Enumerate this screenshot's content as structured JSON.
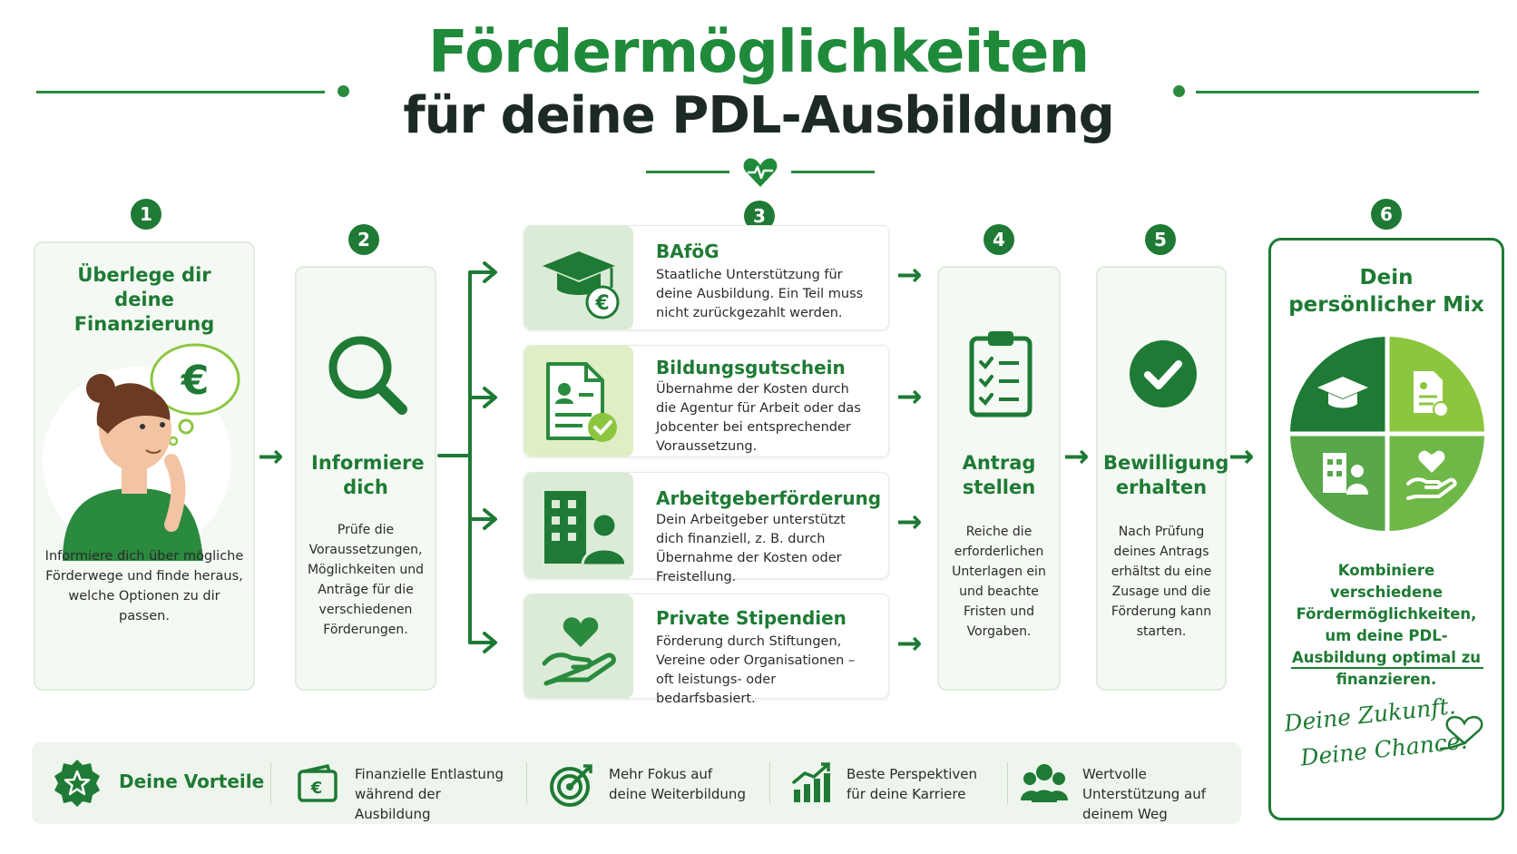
{
  "title": {
    "line1": "Fördermöglichkeiten",
    "line2": "für deine PDL-Ausbildung"
  },
  "steps": {
    "s1": {
      "num": "1",
      "title": "Überlege dir deine Finanzierung",
      "text": "Informiere dich über mögliche Förderwege und finde heraus, welche Optionen zu dir passen."
    },
    "s2": {
      "num": "2",
      "title": "Informiere dich",
      "text": "Prüfe die Voraussetzungen, Möglichkeiten und Anträge für die verschiedenen Förderungen."
    },
    "s3": {
      "num": "3"
    },
    "s4": {
      "num": "4",
      "title": "Antrag stellen",
      "text": "Reiche die erforderlichen Unterlagen ein und beachte Fristen und Vorgaben."
    },
    "s5": {
      "num": "5",
      "title": "Bewilligung erhalten",
      "text": "Nach Prüfung deines Antrags erhältst du eine Zusage und die Förderung kann starten."
    },
    "s6": {
      "num": "6",
      "title": "Dein persönlicher Mix",
      "text": "Kombiniere verschiedene Fördermöglichkeiten, um deine PDL-Ausbildung optimal zu finanzieren.",
      "slogan1": "Deine Zukunft.",
      "slogan2": "Deine Chance."
    }
  },
  "options": [
    {
      "title": "BAföG",
      "text": "Staatliche Unterstützung für deine Ausbildung. Ein Teil muss nicht zurückgezahlt werden.",
      "icon": "graduation-cap-euro-icon"
    },
    {
      "title": "Bildungsgutschein",
      "text": "Übernahme der Kosten durch die Agentur für Arbeit oder das Jobcenter bei entsprechender Voraussetzung.",
      "icon": "document-check-icon"
    },
    {
      "title": "Arbeitgeberförderung",
      "text": "Dein Arbeitgeber unterstützt dich finanziell, z. B. durch Übernahme der Kosten oder Freistellung.",
      "icon": "building-person-icon"
    },
    {
      "title": "Private Stipendien",
      "text": "Förderung durch Stiftungen, Vereine oder Organisationen – oft leistungs- oder bedarfsbasiert.",
      "icon": "heart-hand-icon"
    }
  ],
  "benefits": {
    "label": "Deine Vorteile",
    "items": [
      {
        "text": "Finanzielle Entlastung während der Ausbildung",
        "icon": "wallet-euro-icon"
      },
      {
        "text": "Mehr Fokus auf deine Weiterbildung",
        "icon": "target-icon"
      },
      {
        "text": "Beste Perspektiven für deine Karriere",
        "icon": "growth-chart-icon"
      },
      {
        "text": "Wertvolle Unterstützung auf deinem Weg",
        "icon": "group-icon"
      }
    ]
  },
  "colors": {
    "primary": "#1e7a34",
    "title_green": "#1e8a3a",
    "lime": "#8cc63f",
    "card_bg": "#f4f9f3"
  }
}
